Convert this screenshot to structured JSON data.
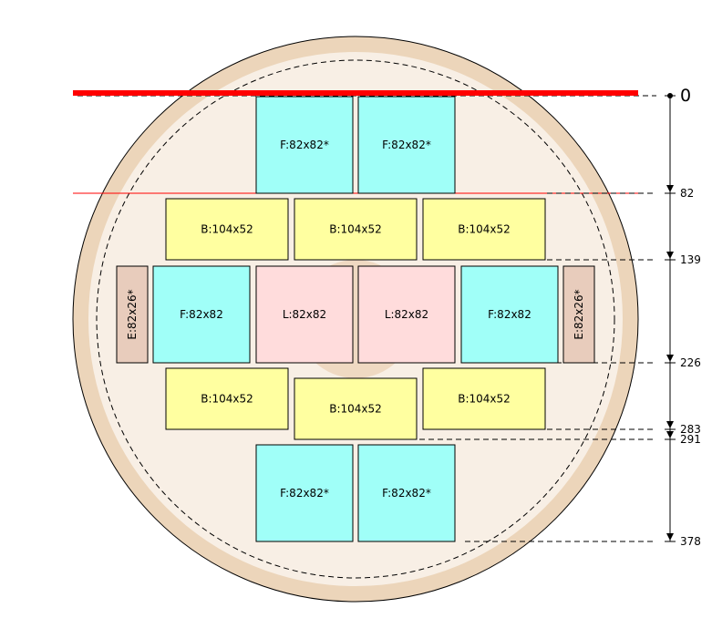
{
  "diagram": {
    "colors": {
      "wafer_outer": "#ecd5ba",
      "wafer_inner": "#f8efe5",
      "center_mark": "#efd9c2",
      "type_F": "#a0fff8",
      "type_B": "#ffffa0",
      "type_L": "#ffdcdc",
      "type_E": "#e8ccbc",
      "flat_line": "#ff0000",
      "outline": "#000000"
    },
    "blocks": [
      {
        "label": "F:82x82*",
        "type": "F"
      },
      {
        "label": "F:82x82*",
        "type": "F"
      },
      {
        "label": "B:104x52",
        "type": "B"
      },
      {
        "label": "B:104x52",
        "type": "B"
      },
      {
        "label": "B:104x52",
        "type": "B"
      },
      {
        "label": "E:82x26*",
        "type": "E",
        "vertical": true
      },
      {
        "label": "F:82x82",
        "type": "F"
      },
      {
        "label": "L:82x82",
        "type": "L"
      },
      {
        "label": "L:82x82",
        "type": "L"
      },
      {
        "label": "F:82x82",
        "type": "F"
      },
      {
        "label": "E:82x26*",
        "type": "E",
        "vertical": true
      },
      {
        "label": "B:104x52",
        "type": "B"
      },
      {
        "label": "B:104x52",
        "type": "B"
      },
      {
        "label": "B:104x52",
        "type": "B"
      },
      {
        "label": "F:82x82*",
        "type": "F"
      },
      {
        "label": "F:82x82*",
        "type": "F"
      }
    ],
    "ticks": [
      "0",
      "82",
      "139",
      "226",
      "283",
      "291",
      "378"
    ]
  }
}
